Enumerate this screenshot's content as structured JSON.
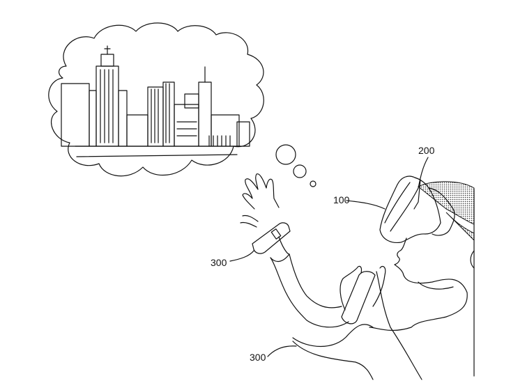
{
  "figure": {
    "labels": {
      "hmd_device": "100",
      "hmd_mount": "200",
      "wrist_controller_upper": "300",
      "wrist_controller_lower": "300"
    },
    "colors": {
      "line": "#111111",
      "background": "#ffffff"
    }
  }
}
